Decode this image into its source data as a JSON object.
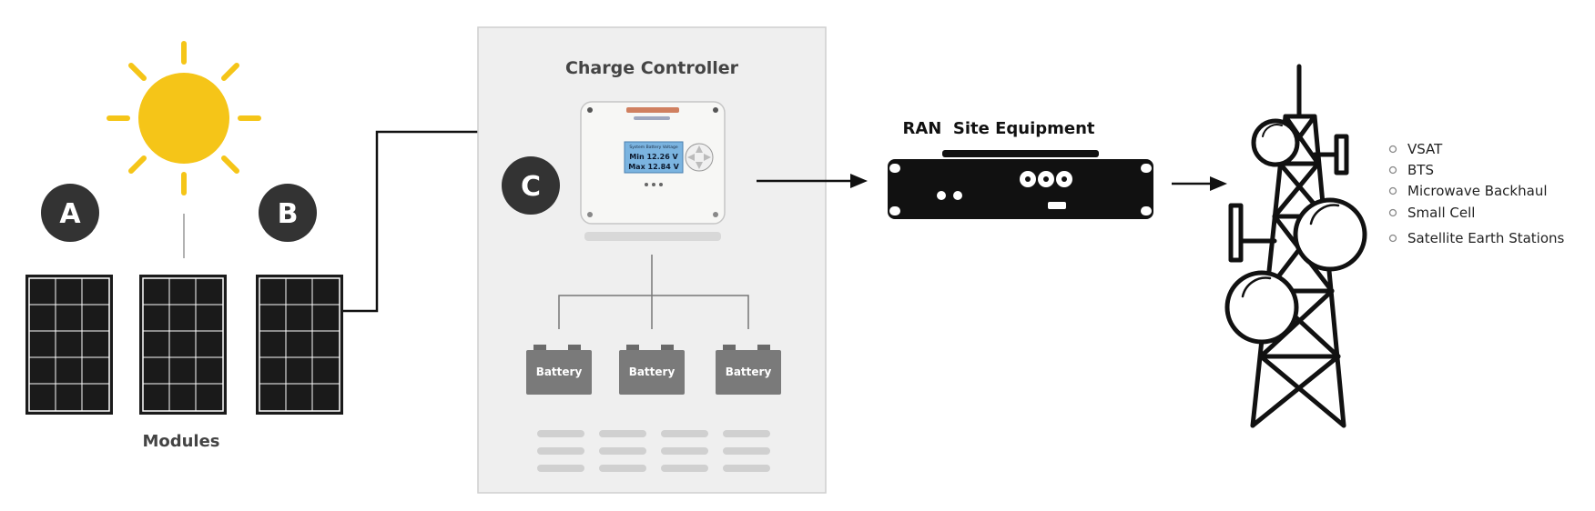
{
  "labels": {
    "marker_a": "A",
    "marker_b": "B",
    "marker_c": "C",
    "modules": "Modules",
    "charge_controller": "Charge Controller",
    "ran_site_equipment": "RAN  Site Equipment",
    "controller_display_top": "System Battery Voltage",
    "controller_display_min": "Min  12.26 V",
    "controller_display_max": "Max  12.84 V"
  },
  "batteries": [
    {
      "label": "Battery"
    },
    {
      "label": "Battery"
    },
    {
      "label": "Battery"
    }
  ],
  "services": [
    {
      "label": "VSAT"
    },
    {
      "label": "BTS"
    },
    {
      "label": "Microwave Backhaul"
    },
    {
      "label": "Small Cell"
    },
    {
      "label": "Satellite Earth Stations"
    }
  ],
  "colors": {
    "sun": "#f5c518",
    "marker_bg": "#333333",
    "panel_border": "#1a1a1a",
    "controller_box_bg": "#efefef",
    "battery": "#7a7a7a",
    "equipment": "#111111",
    "bullet": "#888888"
  }
}
